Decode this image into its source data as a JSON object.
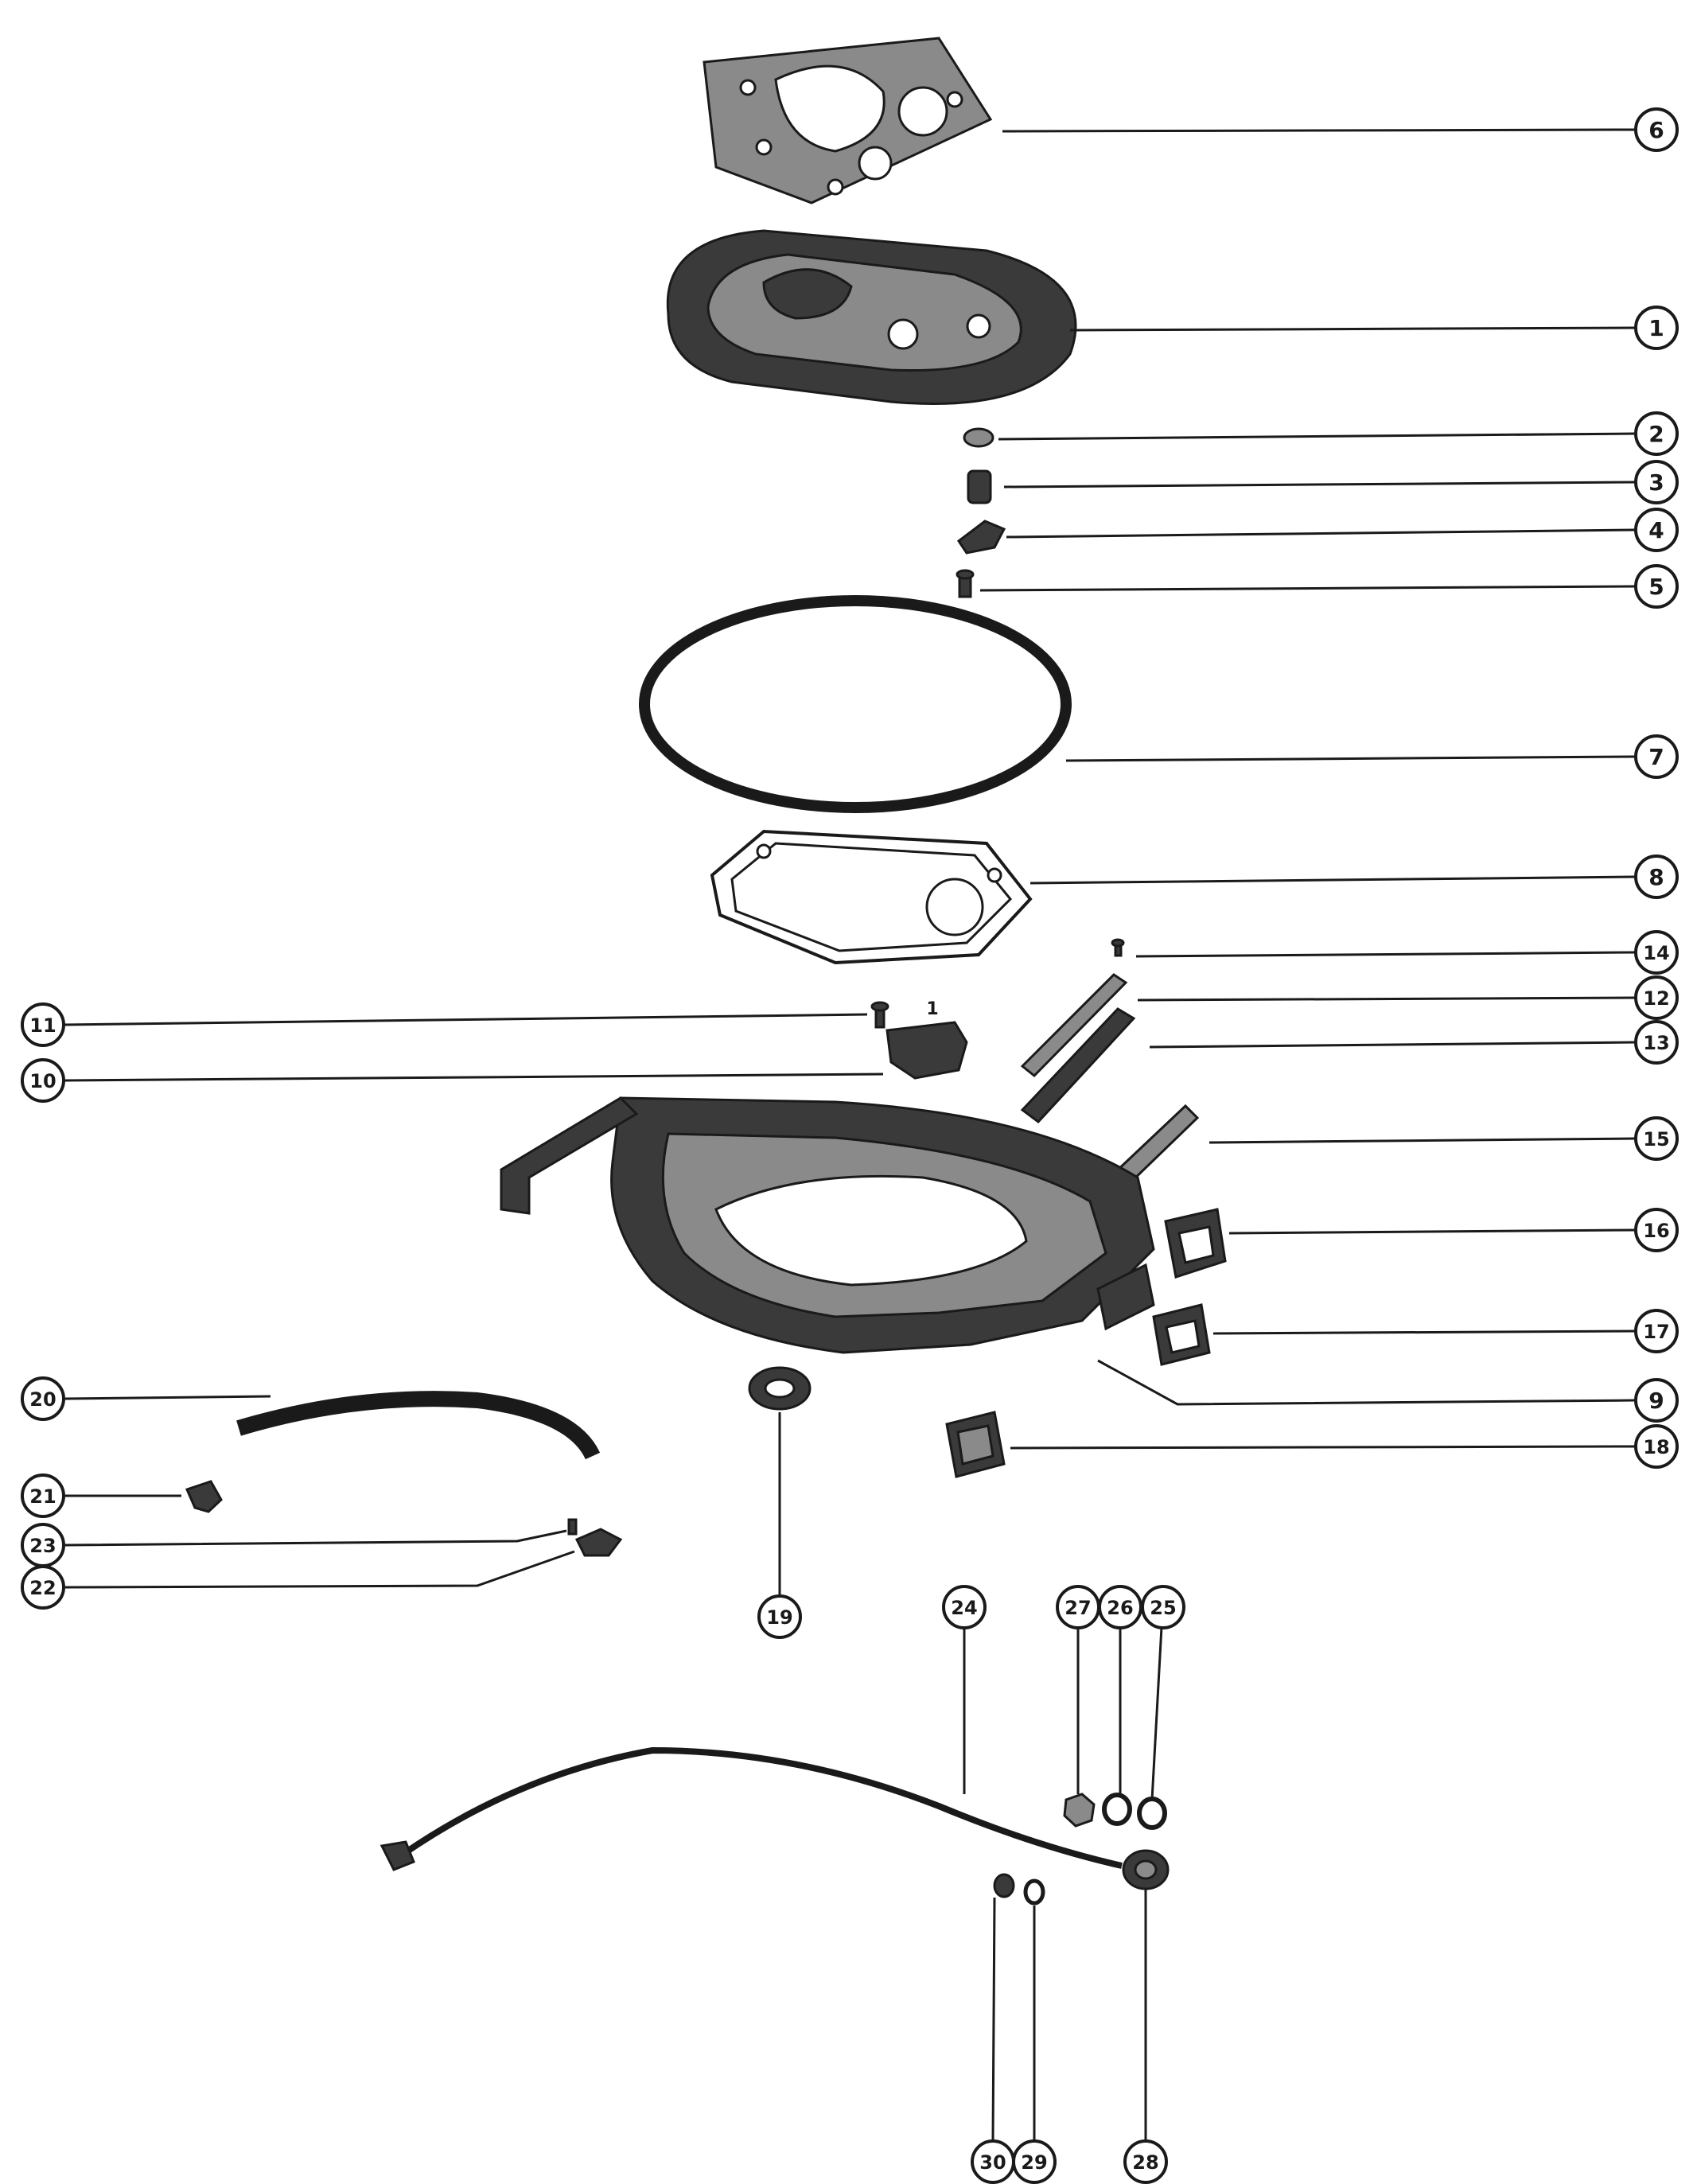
{
  "diagram": {
    "callouts": [
      {
        "id": "6",
        "label": "6"
      },
      {
        "id": "1",
        "label": "1"
      },
      {
        "id": "2",
        "label": "2"
      },
      {
        "id": "3",
        "label": "3"
      },
      {
        "id": "4",
        "label": "4"
      },
      {
        "id": "5",
        "label": "5"
      },
      {
        "id": "7",
        "label": "7"
      },
      {
        "id": "8",
        "label": "8"
      },
      {
        "id": "14",
        "label": "14"
      },
      {
        "id": "12",
        "label": "12"
      },
      {
        "id": "13",
        "label": "13"
      },
      {
        "id": "11",
        "label": "11"
      },
      {
        "id": "10",
        "label": "10"
      },
      {
        "id": "15",
        "label": "15"
      },
      {
        "id": "16",
        "label": "16"
      },
      {
        "id": "17",
        "label": "17"
      },
      {
        "id": "9",
        "label": "9"
      },
      {
        "id": "18",
        "label": "18"
      },
      {
        "id": "20",
        "label": "20"
      },
      {
        "id": "21",
        "label": "21"
      },
      {
        "id": "23",
        "label": "23"
      },
      {
        "id": "22",
        "label": "22"
      },
      {
        "id": "19",
        "label": "19"
      },
      {
        "id": "24",
        "label": "24"
      },
      {
        "id": "27",
        "label": "27"
      },
      {
        "id": "26",
        "label": "26"
      },
      {
        "id": "25",
        "label": "25"
      },
      {
        "id": "30",
        "label": "30"
      },
      {
        "id": "29",
        "label": "29"
      },
      {
        "id": "28",
        "label": "28"
      }
    ],
    "annotation_1": "1"
  }
}
